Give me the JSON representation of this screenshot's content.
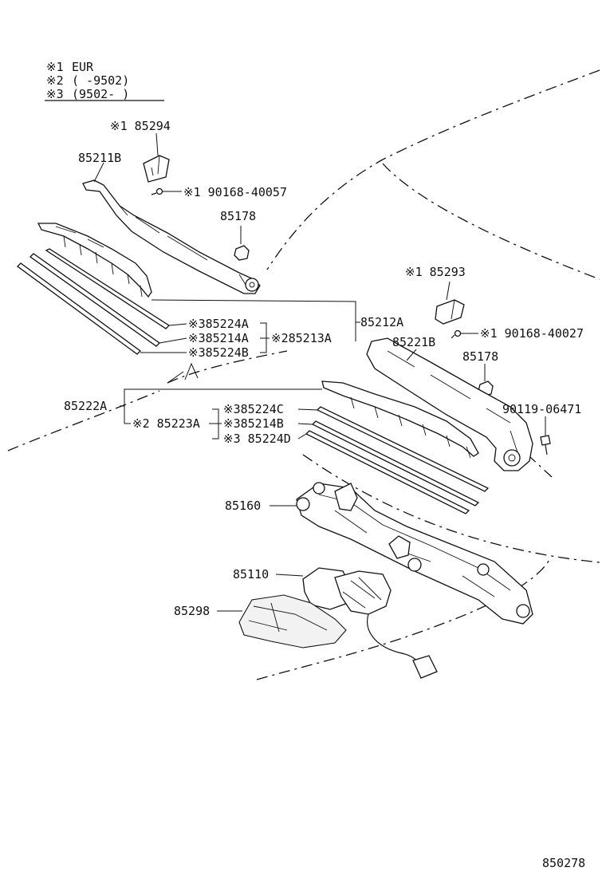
{
  "legend": {
    "rows": [
      {
        "mark": "※1",
        "text": "EUR"
      },
      {
        "mark": "※2",
        "text": "(      -9502)"
      },
      {
        "mark": "※3",
        "text": "(9502-      )"
      }
    ]
  },
  "callouts": {
    "p85294": "※1 85294",
    "p85211B": "85211B",
    "p90168_40057": "※1 90168-40057",
    "p85178_a": "85178",
    "p85293": "※1 85293",
    "p90168_40027": "※1 90168-40027",
    "p85221B": "85221B",
    "p85178_b": "85178",
    "p90119_06471": "90119-06471",
    "p85224A": "※385224A",
    "p85214A": "※385214A",
    "p85224B": "※385224B",
    "p85213A": "※285213A",
    "p85212A": "85212A",
    "p85222A": "85222A",
    "p85223A": "※2 85223A",
    "p85224C": "※385224C",
    "p85214B": "※385214B",
    "p85224D": "※3 85224D",
    "p85160": "85160",
    "p85110": "85110",
    "p85298": "85298"
  },
  "footer": {
    "code": "850278"
  }
}
